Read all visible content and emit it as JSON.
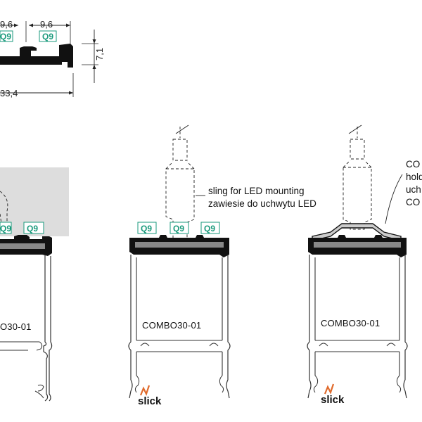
{
  "dimensions": {
    "left_width": "9,6",
    "right_width": "9,6",
    "height": "7,1",
    "total_width": "33,4"
  },
  "qualities": {
    "top_left": "Q9",
    "top_right": "Q9",
    "left_a": "Q9",
    "left_b": "Q9",
    "mid_a": "Q9",
    "mid_b": "Q9",
    "mid_c": "Q9"
  },
  "labels": {
    "sling_line1": "sling for LED mounting",
    "sling_line2": "zawiesie do uchwytu LED",
    "holder_line1": "CO",
    "holder_line2": "hold",
    "holder_line3": "uch",
    "holder_line4": "CO"
  },
  "profiles": {
    "left_name": "O30-01",
    "mid_name": "COMBO30-01",
    "right_name": "COMBO30-01"
  },
  "brand": {
    "mid_logo": "slick",
    "right_logo": "slick"
  },
  "colors": {
    "quality_green": "#1a9a7c",
    "profile_black": "#111111",
    "highlight_grey": "#dddddd",
    "brand_orange": "#e06a2b"
  }
}
